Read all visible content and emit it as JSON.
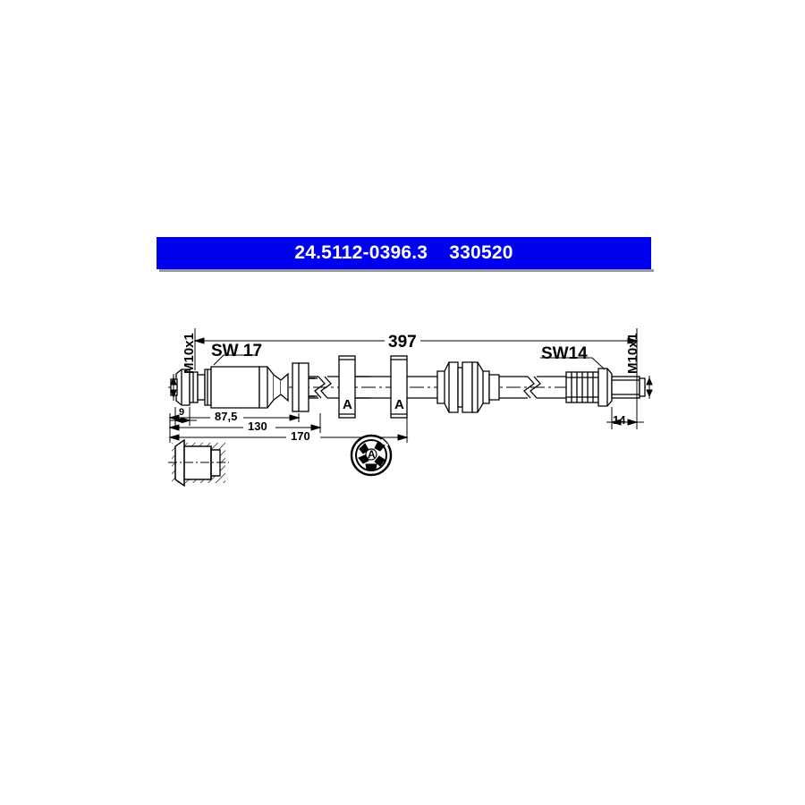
{
  "header": {
    "part_number": "24.5112-0396.3",
    "reference_number": "330520",
    "text": "24.5112-0396.3    330520",
    "background_color": "#0000f0",
    "text_color": "#ffffff"
  },
  "drawing": {
    "title": "Brake hose technical drawing",
    "line_color": "#000000",
    "background_color": "#ffffff",
    "labels": {
      "thread_left": "M10x1",
      "thread_right": "M10x1",
      "wrench_left": "SW 17",
      "wrench_right": "SW14",
      "bracket_1": "A",
      "bracket_2": "A",
      "detail_circle": "A"
    },
    "dimensions": {
      "overall_length": "397",
      "left_nut": "9",
      "to_fitting_end": "87,5",
      "to_first_break": "130",
      "to_bracket": "170",
      "right_thread": "14"
    }
  }
}
